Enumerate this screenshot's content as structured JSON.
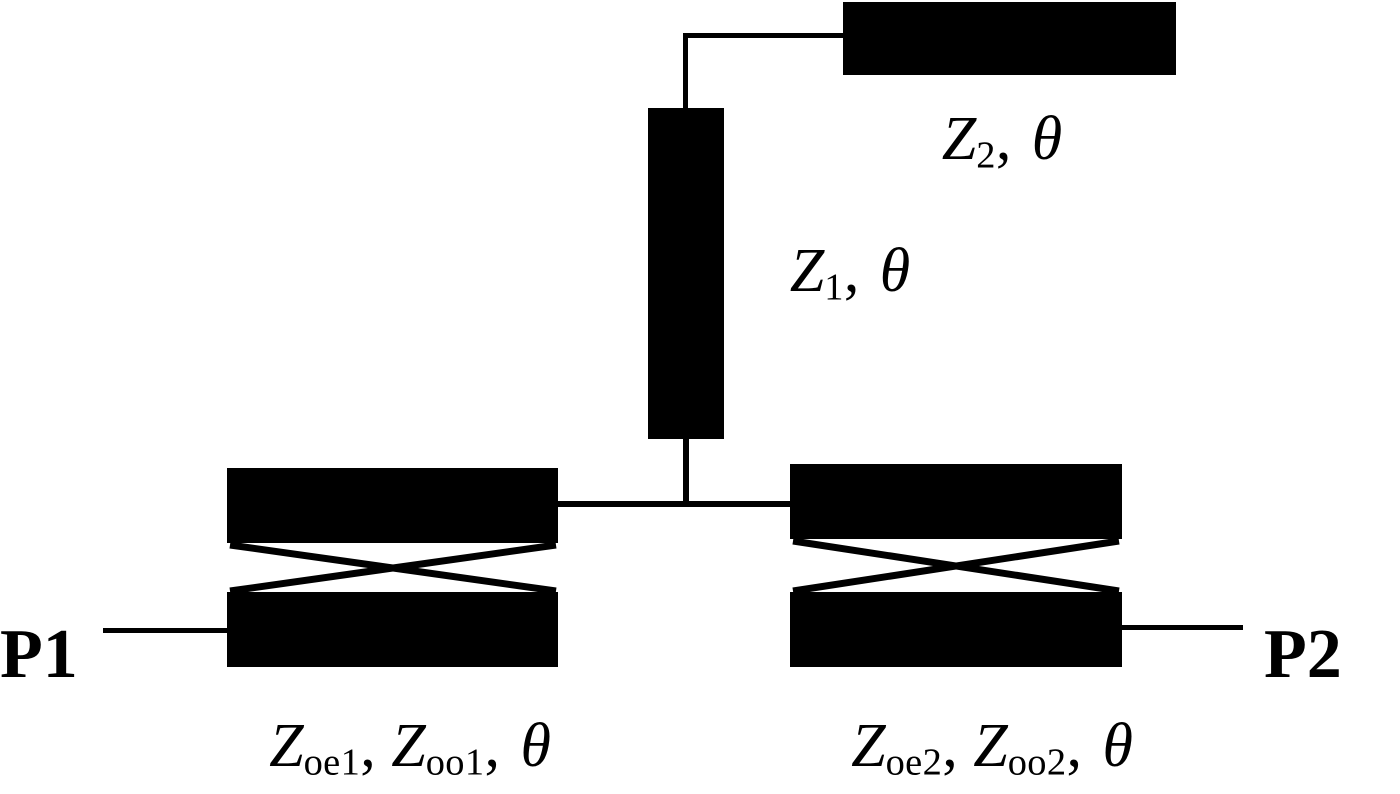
{
  "colors": {
    "ink": "#000000",
    "background": "#ffffff"
  },
  "labels": {
    "port1": "P1",
    "port2": "P2",
    "series_stub": {
      "base": "Z",
      "sub": "1",
      "sep": ", ",
      "theta": "θ"
    },
    "open_stub": {
      "base": "Z",
      "sub": "2",
      "sep": ", ",
      "theta": "θ"
    },
    "coupled_left": {
      "base1": "Z",
      "sub1": "oe1",
      "sep1": ", ",
      "base2": "Z",
      "sub2": "oo1",
      "sep2": ", ",
      "theta": "θ"
    },
    "coupled_right": {
      "base1": "Z",
      "sub1": "oe2",
      "sep1": ", ",
      "base2": "Z",
      "sub2": "oo2",
      "sep2": ", ",
      "theta": "θ"
    }
  }
}
